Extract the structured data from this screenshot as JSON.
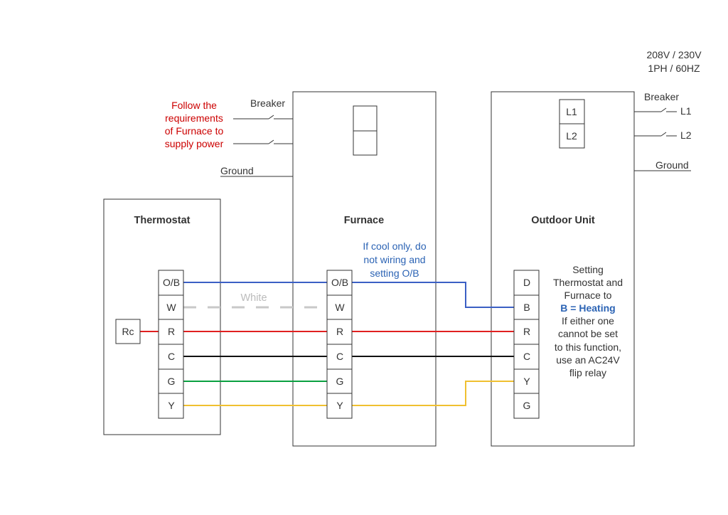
{
  "power_supply": {
    "voltage": "208V / 230V",
    "phase": "1PH / 60HZ"
  },
  "furnace_note": [
    "Follow the",
    "requirements",
    "of Furnace to",
    "supply power"
  ],
  "breaker_label_furnace": "Breaker",
  "breaker_label_outdoor": "Breaker",
  "ground_label_furnace": "Ground",
  "ground_label_outdoor": "Ground",
  "outdoor_power_terminals": [
    "L1",
    "L2"
  ],
  "outdoor_line_labels": [
    "L1",
    "L2"
  ],
  "thermostat": {
    "title": "Thermostat",
    "rc_label": "Rc",
    "terminals": [
      "O/B",
      "W",
      "R",
      "C",
      "G",
      "Y"
    ]
  },
  "furnace": {
    "title": "Furnace",
    "terminals": [
      "O/B",
      "W",
      "R",
      "C",
      "G",
      "Y"
    ]
  },
  "outdoor_unit": {
    "title": "Outdoor Unit",
    "terminals": [
      "D",
      "B",
      "R",
      "C",
      "Y",
      "G"
    ]
  },
  "cool_only_note": [
    "If cool only, do",
    "not wiring and",
    "setting O/B"
  ],
  "white_wire_label": "White",
  "setting_note": {
    "lines_before": [
      "Setting",
      "Thermostat and",
      "Furnace to"
    ],
    "highlight": "B = Heating",
    "lines_after": [
      "If either one",
      "cannot be set",
      "to this function,",
      "use an AC24V",
      "flip relay"
    ]
  },
  "colors": {
    "blue_wire": "#3b5fc4",
    "white_wire": "#c8c8c8",
    "red_wire": "#e02020",
    "black_wire": "#111111",
    "green_wire": "#0aa040",
    "yellow_wire": "#f0c030",
    "red_note": "#cc0000",
    "blue_note": "#2b63b4"
  }
}
